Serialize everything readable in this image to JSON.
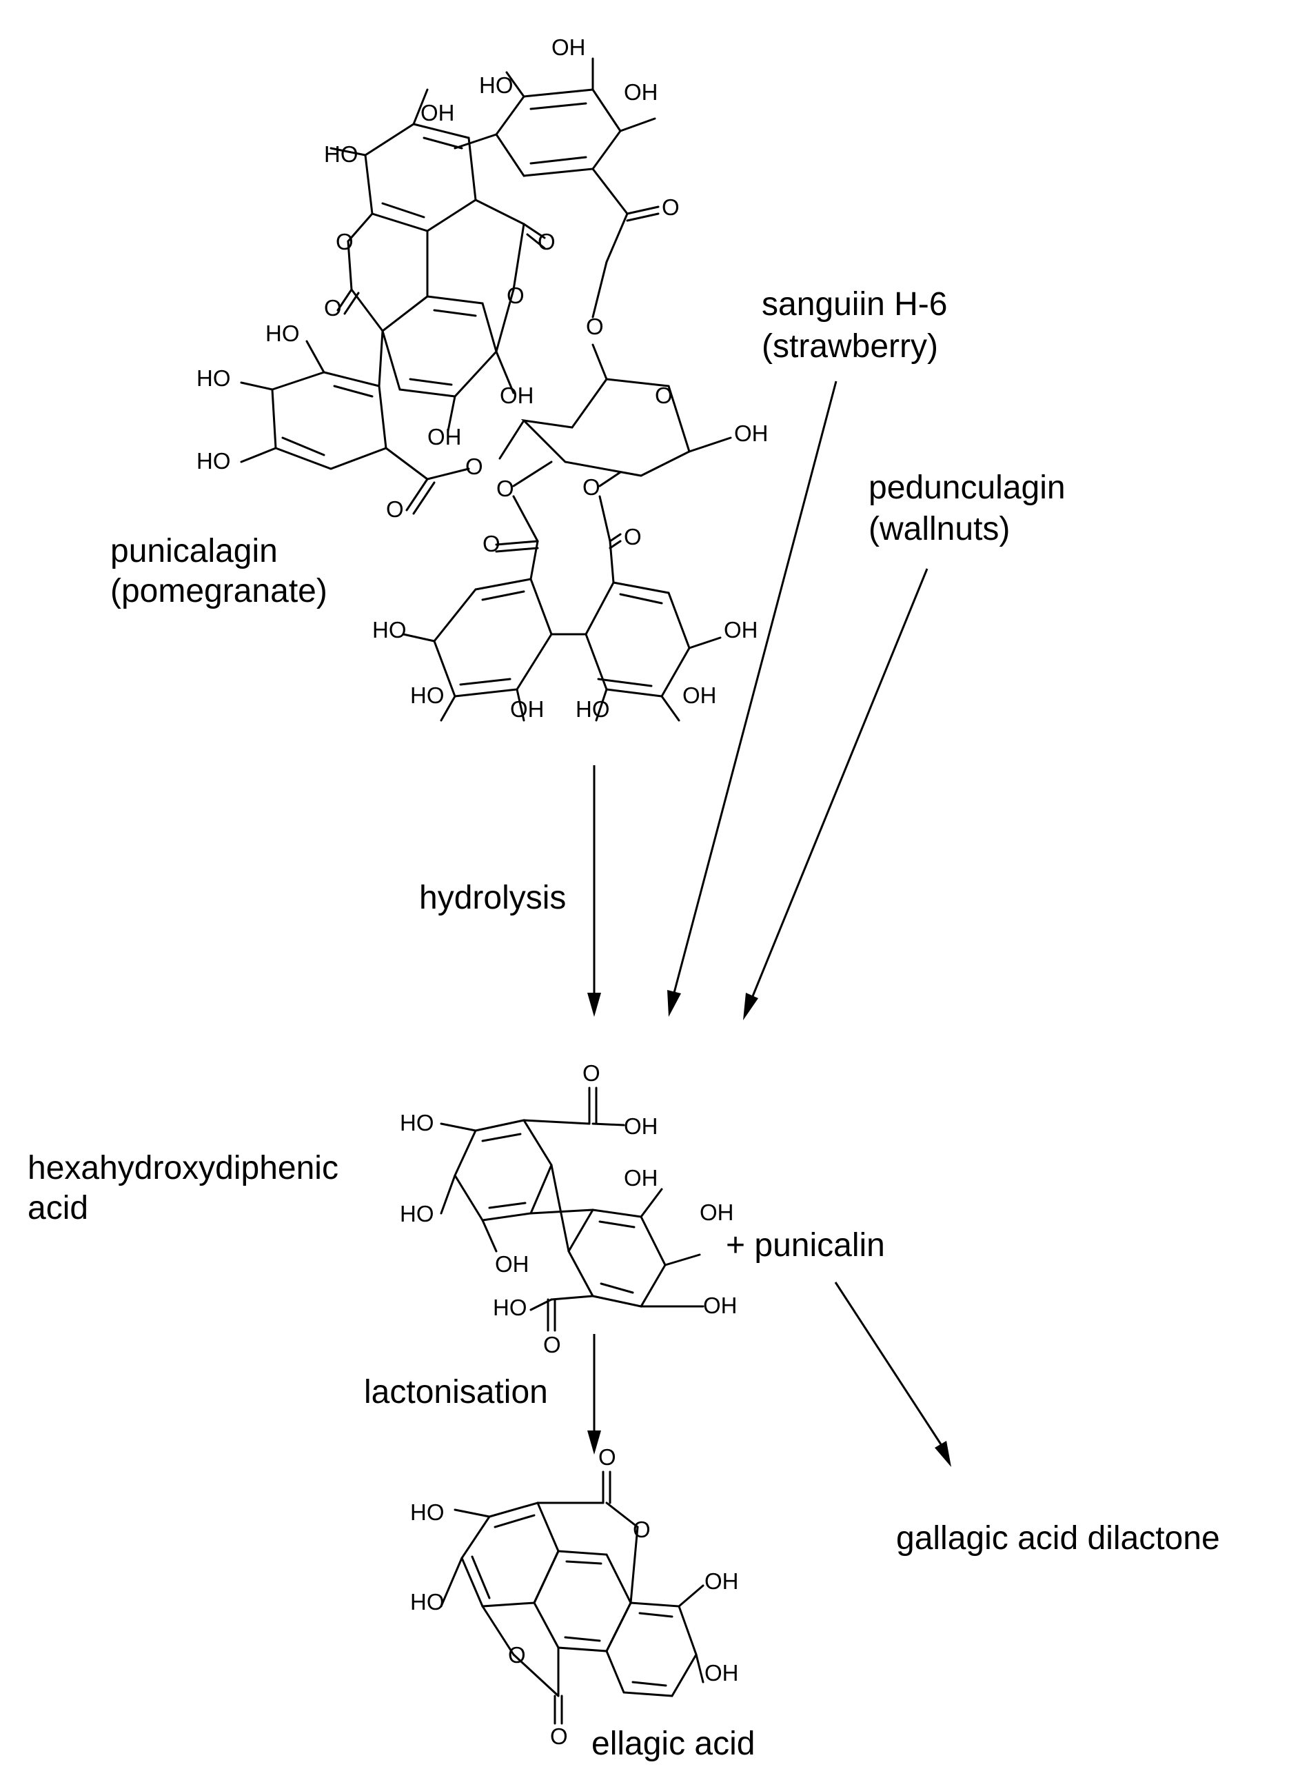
{
  "compounds": {
    "punicalagin": {
      "name": "punicalagin",
      "source": "(pomegranate)"
    },
    "sanguiin": {
      "name": "sanguiin H-6",
      "source": "(strawberry)"
    },
    "pedunculagin": {
      "name": "pedunculagin",
      "source": "(wallnuts)"
    },
    "hhdp": {
      "line1": "hexahydroxydiphenic",
      "line2": "acid"
    },
    "punicalin": "+ punicalin",
    "ellagic": "ellagic acid",
    "gallagic": "gallagic acid dilactone"
  },
  "steps": {
    "hydrolysis": "hydrolysis",
    "lactonisation": "lactonisation"
  },
  "atoms": {
    "OH": "OH",
    "HO": "HO",
    "O": "O"
  }
}
